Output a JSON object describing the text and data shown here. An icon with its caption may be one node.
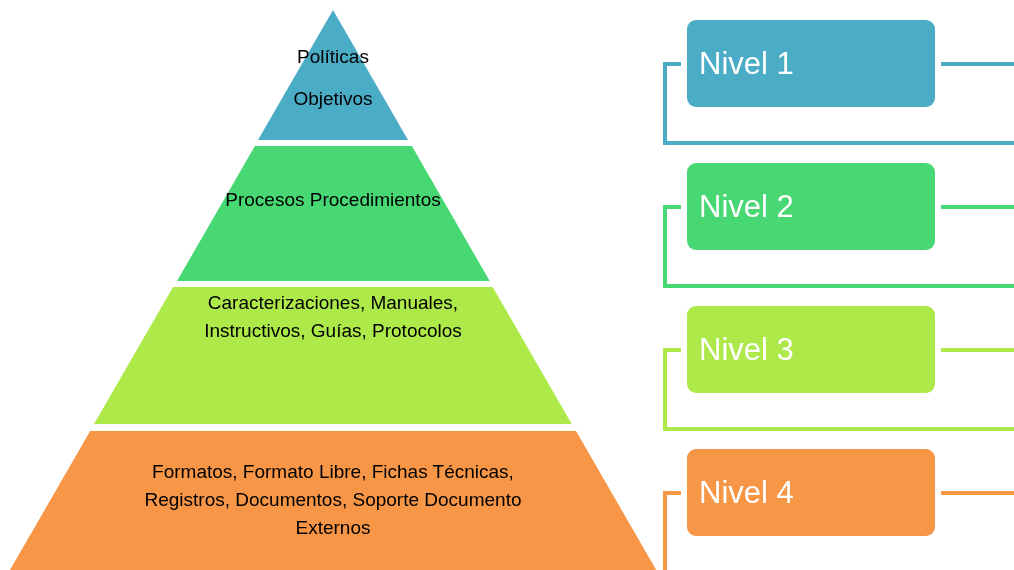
{
  "diagram": {
    "nodes": [
      {
        "text": [
          "Políticas Objetivos"
        ]
      },
      {
        "text": [
          "Procesos Procedimientos"
        ]
      },
      {
        "text": [
          "Caracterizaciones, Manuales, Instructivos, Guías, Protocolos"
        ]
      },
      {
        "text": [
          "Formatos, Formato Libre, Fichas Técnicas, Registros, Documentos, Soporte Documento Externos"
        ]
      },
      {
        "text": [
          "Nivel 1"
        ]
      },
      {
        "text": [
          "Nivel 2"
        ]
      },
      {
        "text": [
          "Nivel 3"
        ]
      },
      {
        "text": [
          "Nivel 4"
        ]
      }
    ]
  }
}
